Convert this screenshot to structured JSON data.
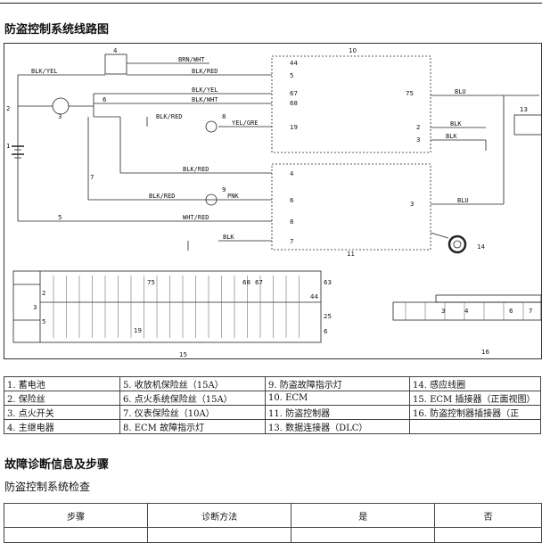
{
  "header": {
    "top_right": "…"
  },
  "title": "防盗控制系统线路图",
  "diagram": {
    "wires": {
      "brn_wht": "BRN/WHT",
      "blk_red": "BLK/RED",
      "blk_yel": "BLK/YEL",
      "blk_wht": "BLK/WHT",
      "yel_gre": "YEL/GRE",
      "blu": "BLU",
      "blk": "BLK",
      "pnk": "PNK",
      "wht_red": "WHT/RED"
    },
    "numbers": {
      "n1": "1",
      "n2": "2",
      "n3": "3",
      "n4": "4",
      "n5": "5",
      "n6": "6",
      "n7": "7",
      "n8": "8",
      "n9": "9",
      "n10": "10",
      "n11": "11",
      "n13": "13",
      "n14": "14",
      "n15": "15",
      "n16": "16",
      "n19": "19",
      "n25": "25",
      "n44": "44",
      "n63": "63",
      "n67": "67",
      "n68": "68",
      "n75": "75"
    },
    "connector16_cells": [
      "3",
      "4",
      "6",
      "7"
    ]
  },
  "legend": {
    "rows": [
      [
        "1. 蓄电池",
        "5. 收放机保险丝（15A）",
        "9. 防盗故障指示灯",
        "14. 感应线圈"
      ],
      [
        "2. 保险丝",
        "6. 点火系统保险丝（15A）",
        "10. ECM",
        "15. ECM 插接器（正面视图）"
      ],
      [
        "3. 点火开关",
        "7. 仪表保险丝（10A）",
        "11. 防盗控制器",
        "16. 防盗控制器插接器（正"
      ],
      [
        "4. 主继电器",
        "8. ECM 故障指示灯",
        "13. 数据连接器（DLC）",
        ""
      ]
    ]
  },
  "section2_title": "故障诊断信息及步骤",
  "section2_subtitle": "防盗控制系统检查",
  "steps_table": {
    "headers": [
      "步骤",
      "诊断方法",
      "是",
      "否"
    ]
  }
}
